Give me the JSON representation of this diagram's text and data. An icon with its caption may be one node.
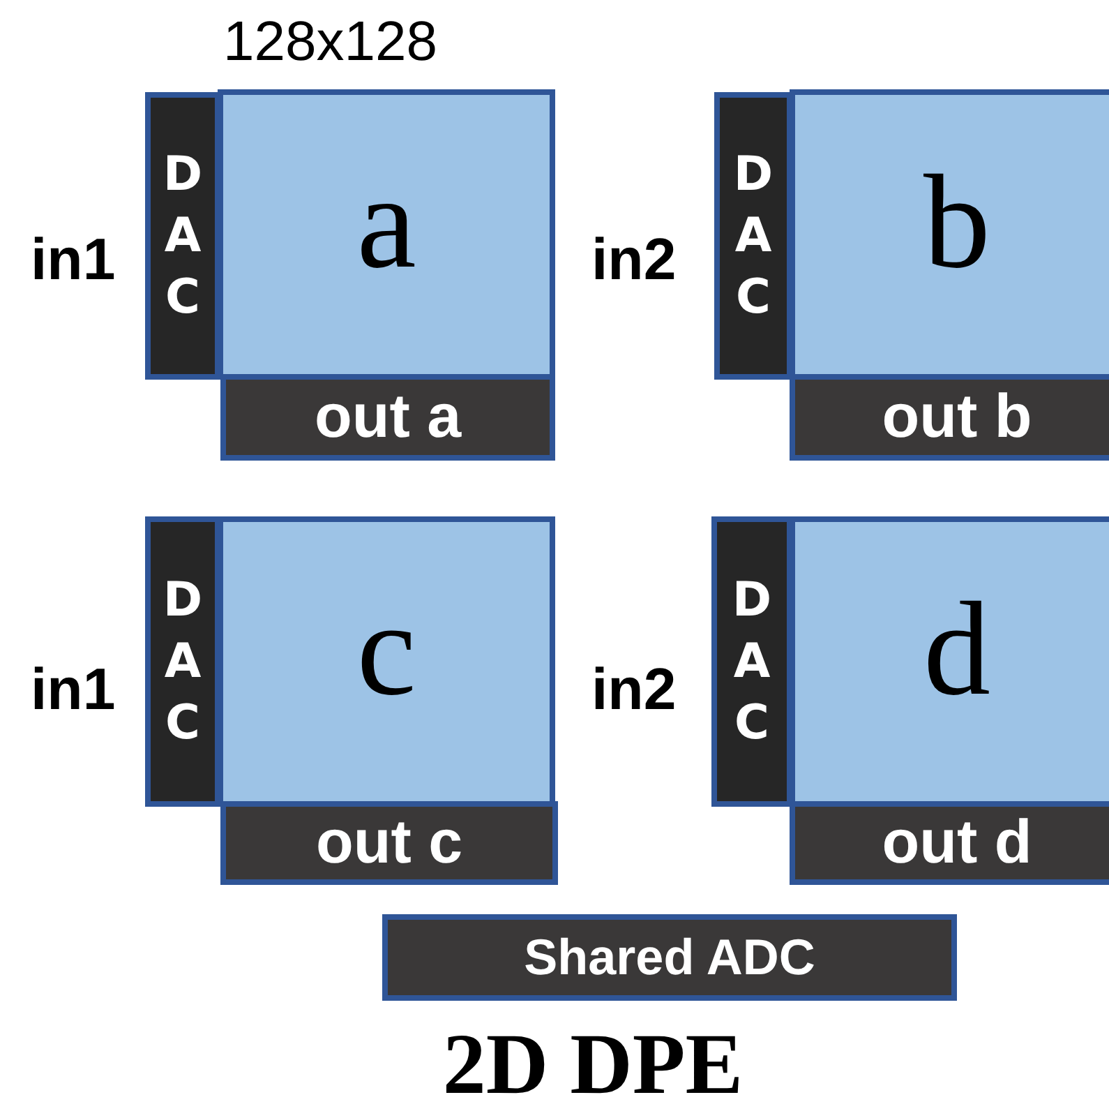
{
  "diagram": {
    "title": "2D DPE",
    "nodes": [
      {
        "text": [
          "DAC"
        ]
      },
      {
        "text": [
          "a"
        ]
      },
      {
        "text": [
          "out a"
        ]
      },
      {
        "text": [
          "DAC"
        ]
      },
      {
        "text": [
          "b"
        ]
      },
      {
        "text": [
          "out b"
        ]
      },
      {
        "text": [
          "DAC"
        ]
      },
      {
        "text": [
          "c"
        ]
      },
      {
        "text": [
          "out c"
        ]
      },
      {
        "text": [
          "DAC"
        ]
      },
      {
        "text": [
          "d"
        ]
      },
      {
        "text": [
          "out d"
        ]
      },
      {
        "text": [
          "Shared ADC"
        ]
      }
    ],
    "labels": [
      "128x128",
      "in1",
      "in2",
      "in1",
      "in2"
    ]
  }
}
